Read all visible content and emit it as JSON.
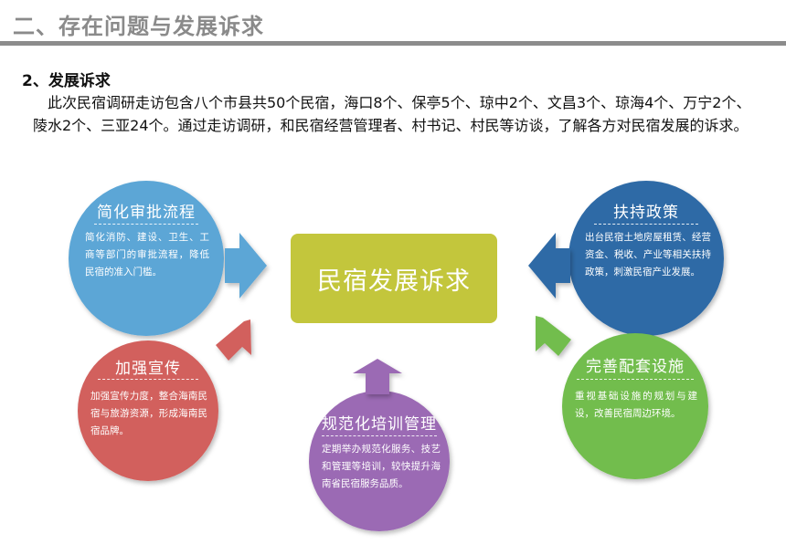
{
  "header": {
    "title": "二、存在问题与发展诉求"
  },
  "section": {
    "heading": "2、发展诉求",
    "intro": "此次民宿调研走访包含八个市县共50个民宿，海口8个、保亭5个、琼中2个、文昌3个、琼海4个、万宁2个、陵水2个、三亚24个。通过走访调研，和民宿经营管理者、村书记、村民等访谈，了解各方对民宿发展的诉求。"
  },
  "diagram": {
    "center": {
      "label": "民宿发展诉求",
      "color": "#c3c63c"
    },
    "nodes": [
      {
        "id": "simplify",
        "title": "简化审批流程",
        "body": "简化消防、建设、卫生、工商等部门的审批流程，降低民宿的准入门槛。",
        "color": "#5ba6d6"
      },
      {
        "id": "promote",
        "title": "加强宣传",
        "body": "加强宣传力度，整合海南民宿与旅游资源，形成海南民宿品牌。",
        "color": "#d2605d"
      },
      {
        "id": "training",
        "title": "规范化培训管理",
        "body": "定期举办规范化服务、技艺和管理等培训，较快提升海南省民宿服务品质。",
        "color": "#9b6ab4"
      },
      {
        "id": "support",
        "title": "扶持政策",
        "body": "出台民宿土地房屋租赁、经营资金、税收、产业等相关扶持政策，刺激民宿产业发展。",
        "color": "#2f6aa6"
      },
      {
        "id": "facilities",
        "title": "完善配套设施",
        "body": "重视基础设施的规划与建设，改善民宿周边环境。",
        "color": "#72bd4e"
      }
    ]
  }
}
